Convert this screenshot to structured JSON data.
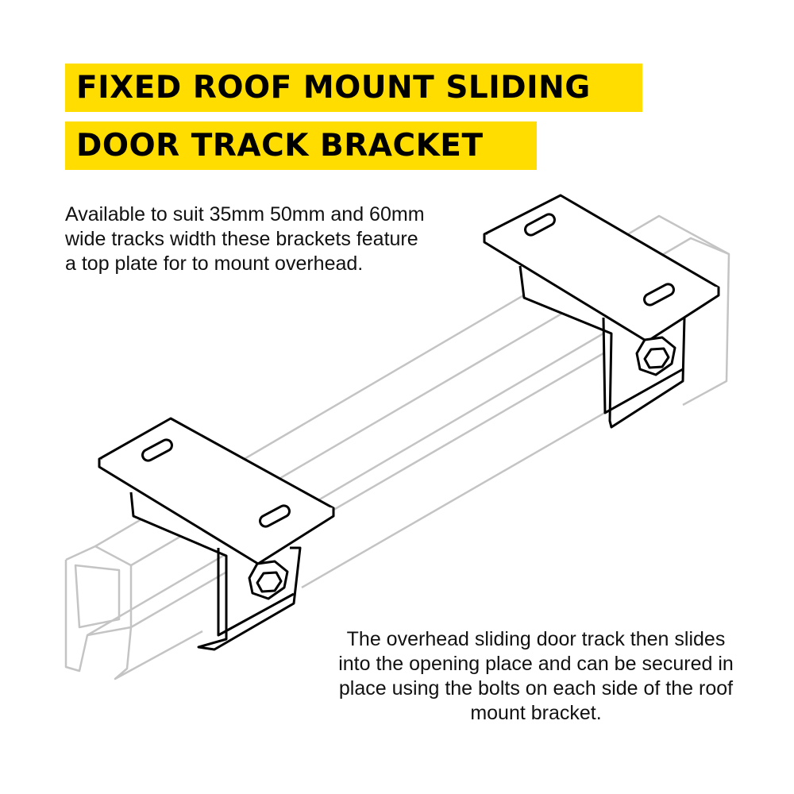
{
  "title": {
    "line1": "FIXED ROOF MOUNT SLIDING",
    "line2": "DOOR TRACK BRACKET"
  },
  "description_top": "Available to suit 35mm 50mm and 60mm wide tracks width these brackets feature a top plate for to mount overhead.",
  "description_bottom": "The overhead sliding door track then slides into the opening place and can be secured in place using the bolts on each side of the roof mount bracket.",
  "colors": {
    "accent": "#FFDD00",
    "track": "#c4c4c4",
    "bracket": "#000000"
  }
}
